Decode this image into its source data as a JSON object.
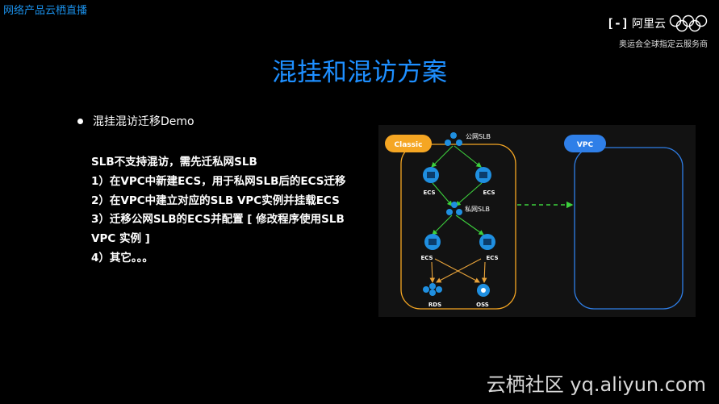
{
  "header": {
    "top_label": "网络产品云栖直播",
    "logo_bracket": "[-]",
    "logo_brand": "阿里云",
    "logo_subtitle": "奥运会全球指定云服务商",
    "logo_rings": "olympic-rings"
  },
  "slide": {
    "title": "混挂和混访方案",
    "bullet": "混挂混访迁移Demo",
    "lines": [
      "SLB不支持混访，需先迁私网SLB",
      "1）在VPC中新建ECS，用于私网SLB后的ECS迁移",
      "2）在VPC中建立对应的SLB VPC实例并挂载ECS",
      "3）迁移公网SLB的ECS并配置 [ 修改程序使用SLB",
      "VPC 实例 ]",
      "4）其它。。。"
    ]
  },
  "diagram": {
    "classic_label": "Classic",
    "vpc_label": "VPC",
    "public_slb": "公网SLB",
    "private_slb": "私网SLB",
    "ecs_label": "ECS",
    "rds_label": "RDS",
    "oss_label": "OSS",
    "colors": {
      "classic": "#f5a623",
      "vpc": "#2f7fe8",
      "node": "#1f8fe0",
      "link_green": "#3dd13d",
      "link_orange": "#e8a33a"
    }
  },
  "footer": {
    "watermark": "云栖社区 yq.aliyun.com"
  }
}
